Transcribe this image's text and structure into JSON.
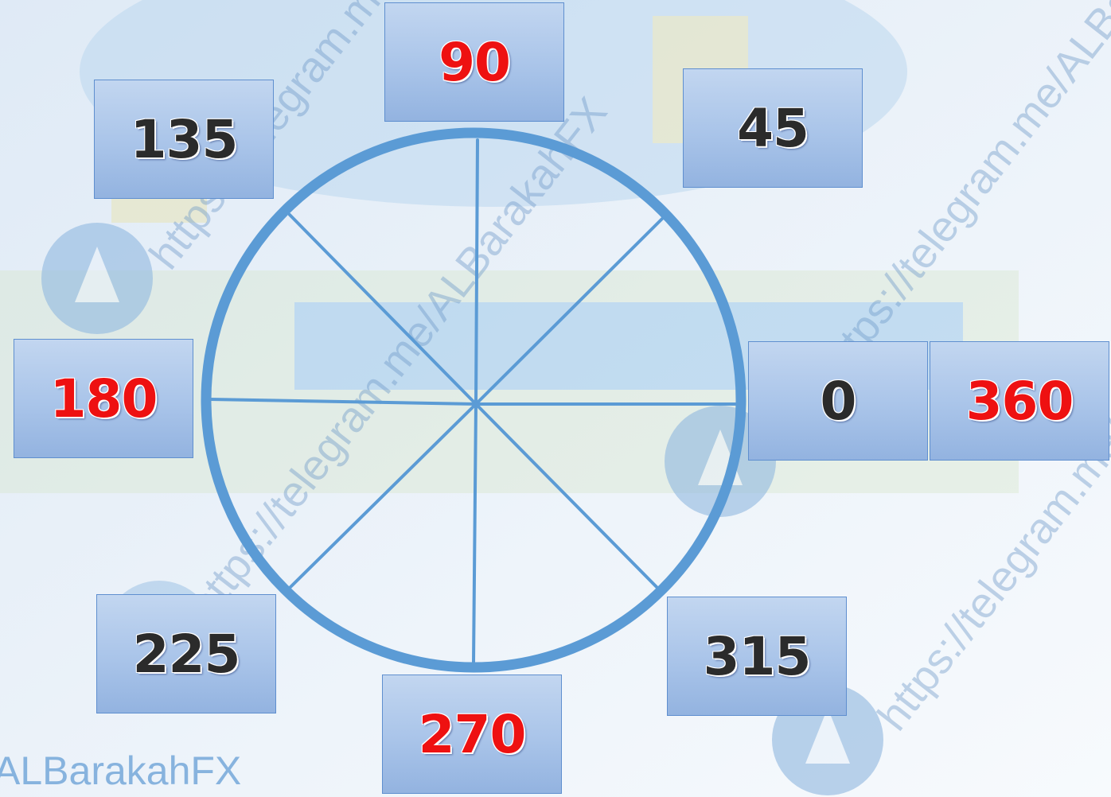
{
  "diagram": {
    "angles": [
      {
        "label": "90",
        "color": "red"
      },
      {
        "label": "135",
        "color": "dark"
      },
      {
        "label": "45",
        "color": "dark"
      },
      {
        "label": "180",
        "color": "red"
      },
      {
        "label": "0",
        "color": "dark"
      },
      {
        "label": "360",
        "color": "red"
      },
      {
        "label": "225",
        "color": "dark"
      },
      {
        "label": "315",
        "color": "dark"
      },
      {
        "label": "270",
        "color": "red"
      }
    ],
    "circle_color": "#5b9bd5",
    "box_color": "#a9c4e9",
    "label_red": "#ee1111",
    "label_dark": "#2b2b2b"
  },
  "watermark": {
    "channel_text": "ALBarakahFX",
    "url_text": "https://telegram.me/ALBarakahFX"
  }
}
